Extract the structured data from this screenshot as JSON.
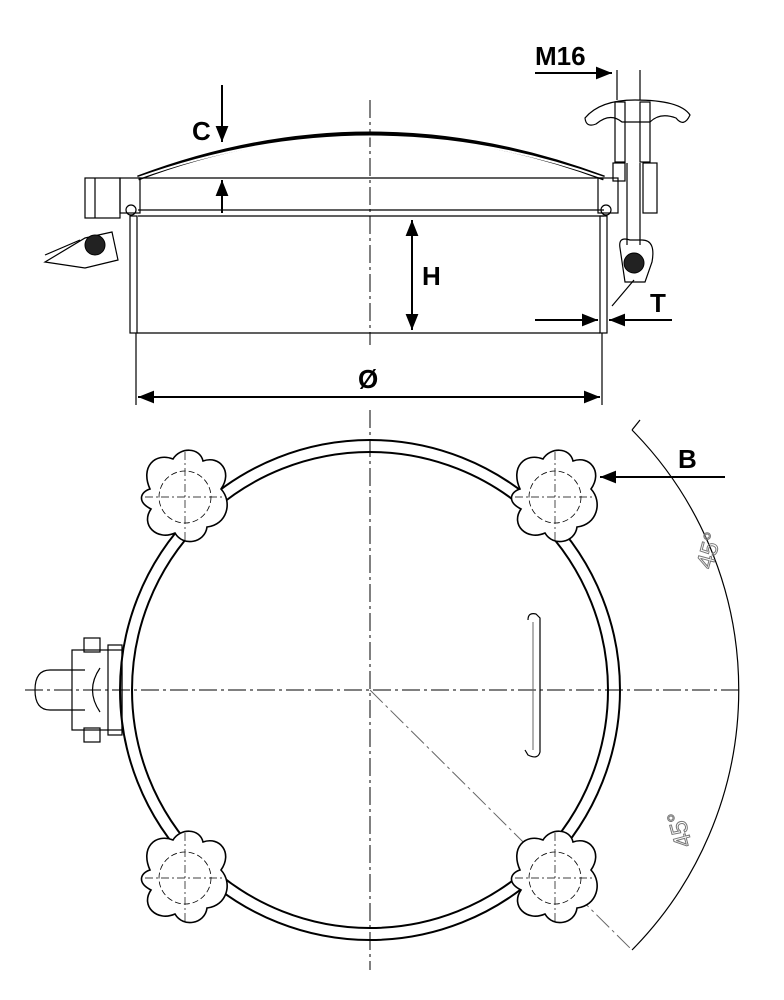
{
  "drawing": {
    "labels": {
      "thread": "M16",
      "dome_height": "C",
      "height": "H",
      "thickness": "T",
      "diameter": "Ø",
      "bolt_view": "B",
      "angle_top": "45°",
      "angle_bottom": "45°"
    },
    "colors": {
      "line": "#000000",
      "angle_text": "#777777"
    }
  }
}
